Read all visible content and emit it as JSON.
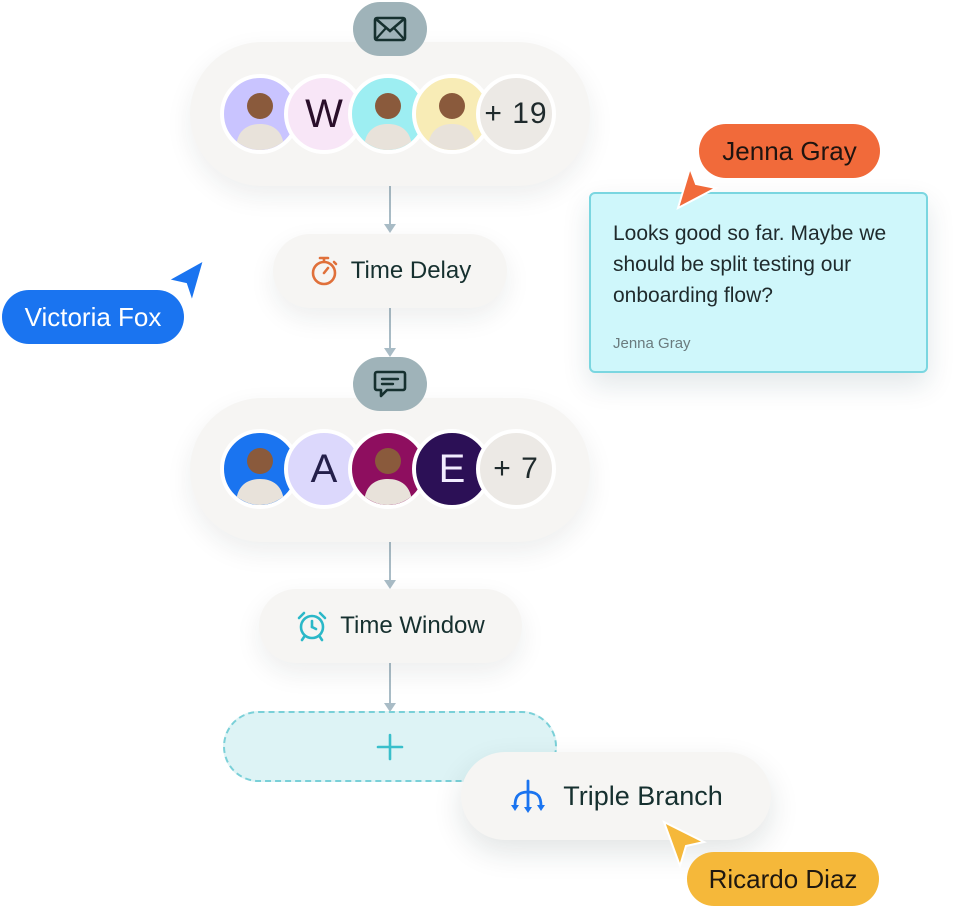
{
  "flow": {
    "email_step": {
      "icon": "envelope-icon",
      "avatars": [
        {
          "type": "photo",
          "name": "avatar-woman-curly-hair",
          "bg": "#c9c4ff"
        },
        {
          "type": "initial",
          "initial": "W",
          "bg": "#f8e6f7",
          "color": "#2a0e2a"
        },
        {
          "type": "photo",
          "name": "avatar-man-glasses-cyan",
          "bg": "#9deef2"
        },
        {
          "type": "photo",
          "name": "avatar-man-beard-yellow",
          "bg": "#f8ecb6"
        }
      ],
      "overflow_count": "+ 19"
    },
    "time_delay": {
      "label": "Time Delay",
      "icon": "stopwatch-icon",
      "icon_color": "#e0703a"
    },
    "message_step": {
      "icon": "chat-bubble-icon",
      "avatars": [
        {
          "type": "photo",
          "name": "avatar-man-blue",
          "bg": "#1a74f0"
        },
        {
          "type": "initial",
          "initial": "A",
          "bg": "#dcd8fc",
          "color": "#241f4a"
        },
        {
          "type": "photo",
          "name": "avatar-older-man-magenta",
          "bg": "#8e0e5f"
        },
        {
          "type": "initial",
          "initial": "E",
          "bg": "#2c1056",
          "color": "#f2ecff"
        }
      ],
      "overflow_count": "+ 7"
    },
    "time_window": {
      "label": "Time Window",
      "icon": "alarm-clock-icon",
      "icon_color": "#2bb8c8"
    },
    "add_step": {
      "icon": "plus-icon",
      "color": "#39bfcb"
    },
    "triple_branch": {
      "label": "Triple Branch",
      "icon": "branch-icon",
      "icon_color": "#1a74f0"
    }
  },
  "cursors": {
    "victoria": {
      "name": "Victoria Fox",
      "color": "#1a74f0",
      "text_color": "#ffffff"
    },
    "jenna": {
      "name": "Jenna Gray",
      "color": "#f16a3a",
      "text_color": "#1f1410"
    },
    "ricardo": {
      "name": "Ricardo Diaz",
      "color": "#f5b83a",
      "text_color": "#1f1810"
    }
  },
  "comment": {
    "message": "Looks good so far. Maybe we should be split testing our onboarding flow?",
    "author": "Jenna Gray"
  }
}
